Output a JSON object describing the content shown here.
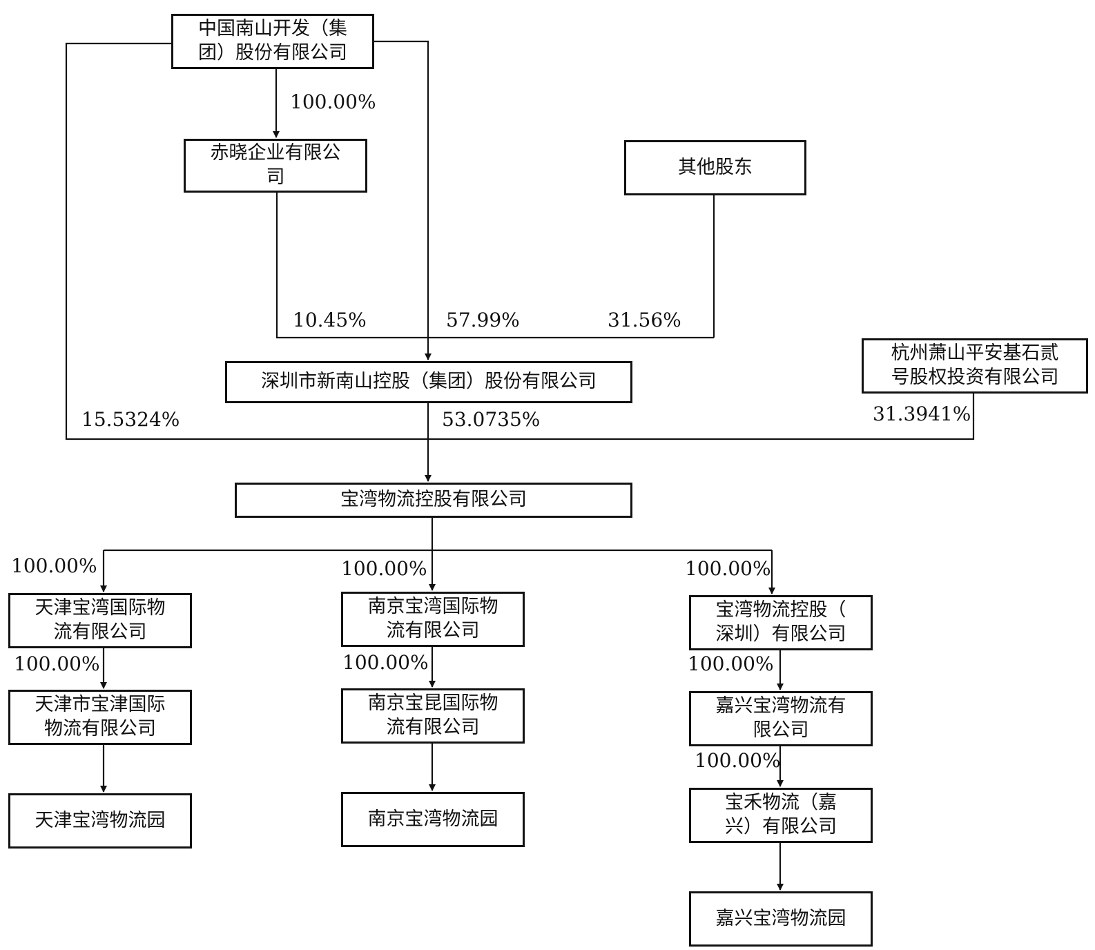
{
  "entities": {
    "cmhi": "中国南山开发（集\n团）股份有限公司",
    "chixiao": "赤晓企业有限公\n司",
    "others": "其他股东",
    "hangzhou": "杭州萧山平安基石贰\n号股权投资有限公司",
    "sznsh": "深圳市新南山控股（集团）股份有限公司",
    "baowan": "宝湾物流控股有限公司",
    "tj_intl": "天津宝湾国际物\n流有限公司",
    "tj_baojin": "天津市宝津国际\n物流有限公司",
    "tj_park": "天津宝湾物流园",
    "nj_intl": "南京宝湾国际物\n流有限公司",
    "nj_baokun": "南京宝昆国际物\n流有限公司",
    "nj_park": "南京宝湾物流园",
    "sz_holding": "宝湾物流控股（\n深圳）有限公司",
    "jx_logistics": "嘉兴宝湾物流有\n限公司",
    "baohe": "宝禾物流（嘉\n兴）有限公司",
    "jx_park": "嘉兴宝湾物流园"
  },
  "percentages": {
    "cmhi_to_chixiao": "100.00%",
    "chixiao_to_sznsh": "10.45%",
    "cmhi_to_sznsh": "57.99%",
    "others_to_sznsh": "31.56%",
    "cmhi_to_baowan": "15.5324%",
    "sznsh_to_baowan": "53.0735%",
    "hangzhou_to_baowan": "31.3941%",
    "baowan_to_tj": "100.00%",
    "baowan_to_nj": "100.00%",
    "baowan_to_sz": "100.00%",
    "tj_to_baojin": "100.00%",
    "nj_to_baokun": "100.00%",
    "sz_to_jx": "100.00%",
    "jx_to_baohe": "100.00%"
  }
}
